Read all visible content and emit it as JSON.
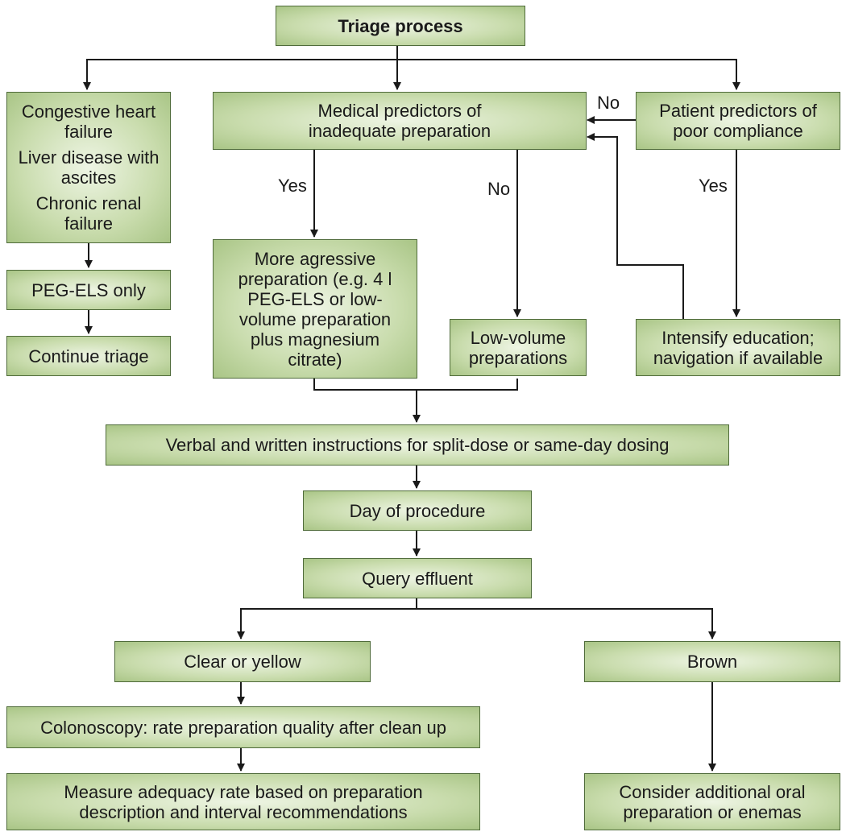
{
  "diagram": {
    "title": "Triage process",
    "left_conditions": [
      "Congestive heart failure",
      "Liver disease with ascites",
      "Chronic renal failure"
    ],
    "peg_els_only": "PEG-ELS only",
    "continue_triage": "Continue triage",
    "medical_predictors": "Medical predictors of inadequate preparation",
    "patient_predictors": "Patient predictors of poor compliance",
    "aggressive_prep": "More agressive preparation (e.g. 4 l PEG-ELS or low-volume preparation plus magnesium citrate)",
    "low_volume": "Low-volume preparations",
    "intensify_education": "Intensify education; navigation if available",
    "instructions": "Verbal and written instructions for split-dose or same-day dosing",
    "day_of_procedure": "Day of procedure",
    "query_effluent": "Query effluent",
    "clear_yellow": "Clear or yellow",
    "brown": "Brown",
    "colonoscopy": "Colonoscopy: rate preparation quality after clean up",
    "measure_adequacy": "Measure adequacy rate based on preparation description and interval recommendations",
    "consider_additional": "Consider additional oral preparation or enemas",
    "labels": {
      "yes_medical": "Yes",
      "no_medical": "No",
      "no_patient": "No",
      "yes_patient": "Yes"
    }
  }
}
